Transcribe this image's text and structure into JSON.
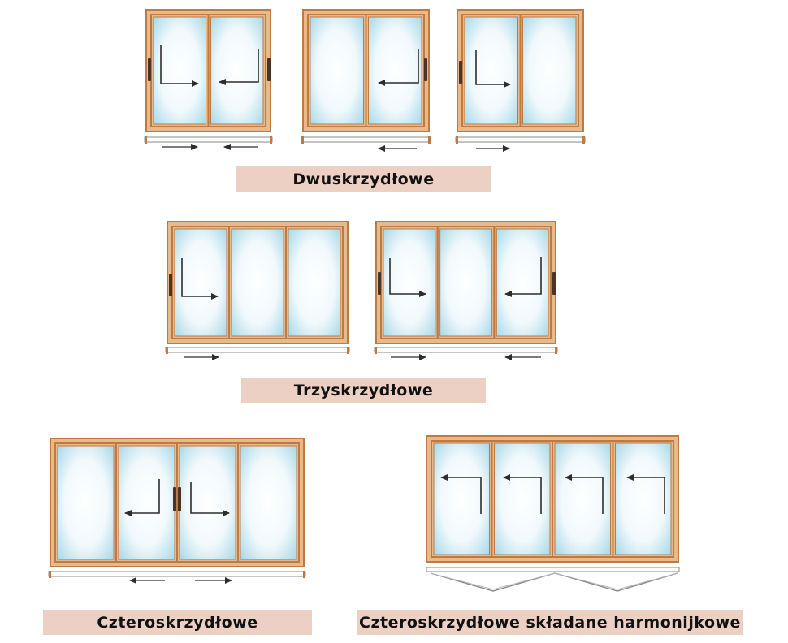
{
  "colors": {
    "frame": "#bd7a45",
    "frame_inner": "#e8b989",
    "glass": "#eef7fb",
    "glass_tint": "#9fd4e6",
    "handle": "#4a3426",
    "arrow": "#2d2d2d",
    "label_bg": "#ecd0c3",
    "track": "#8a8a8a"
  },
  "labels": {
    "two_panel": "Dwuskrzydłowe",
    "three_panel": "Trzyskrzydłowe",
    "four_panel": "Czteroskrzydłowe",
    "four_panel_folding": "Czteroskrzydłowe składane harmonijkowe"
  },
  "groups": [
    {
      "name": "two-panel",
      "variants": [
        {
          "panels": 2,
          "handles": [
            "left",
            "right"
          ],
          "slide": [
            "right",
            "left"
          ]
        },
        {
          "panels": 2,
          "handles": [
            "right"
          ],
          "slide": [
            "left"
          ]
        },
        {
          "panels": 2,
          "handles": [
            "left"
          ],
          "slide": [
            "right"
          ]
        }
      ]
    },
    {
      "name": "three-panel",
      "variants": [
        {
          "panels": 3,
          "handles": [
            "left"
          ],
          "slide": [
            "right"
          ]
        },
        {
          "panels": 3,
          "handles": [
            "left",
            "right"
          ],
          "slide": [
            "right",
            "left"
          ]
        }
      ]
    },
    {
      "name": "four-panel",
      "variants": [
        {
          "panels": 4,
          "handles": [
            "center"
          ],
          "slide": [
            "left",
            "right"
          ]
        }
      ]
    },
    {
      "name": "four-panel-folding",
      "variants": [
        {
          "panels": 4,
          "folding": true,
          "slide": [
            "left",
            "left",
            "left",
            "left"
          ]
        }
      ]
    }
  ]
}
